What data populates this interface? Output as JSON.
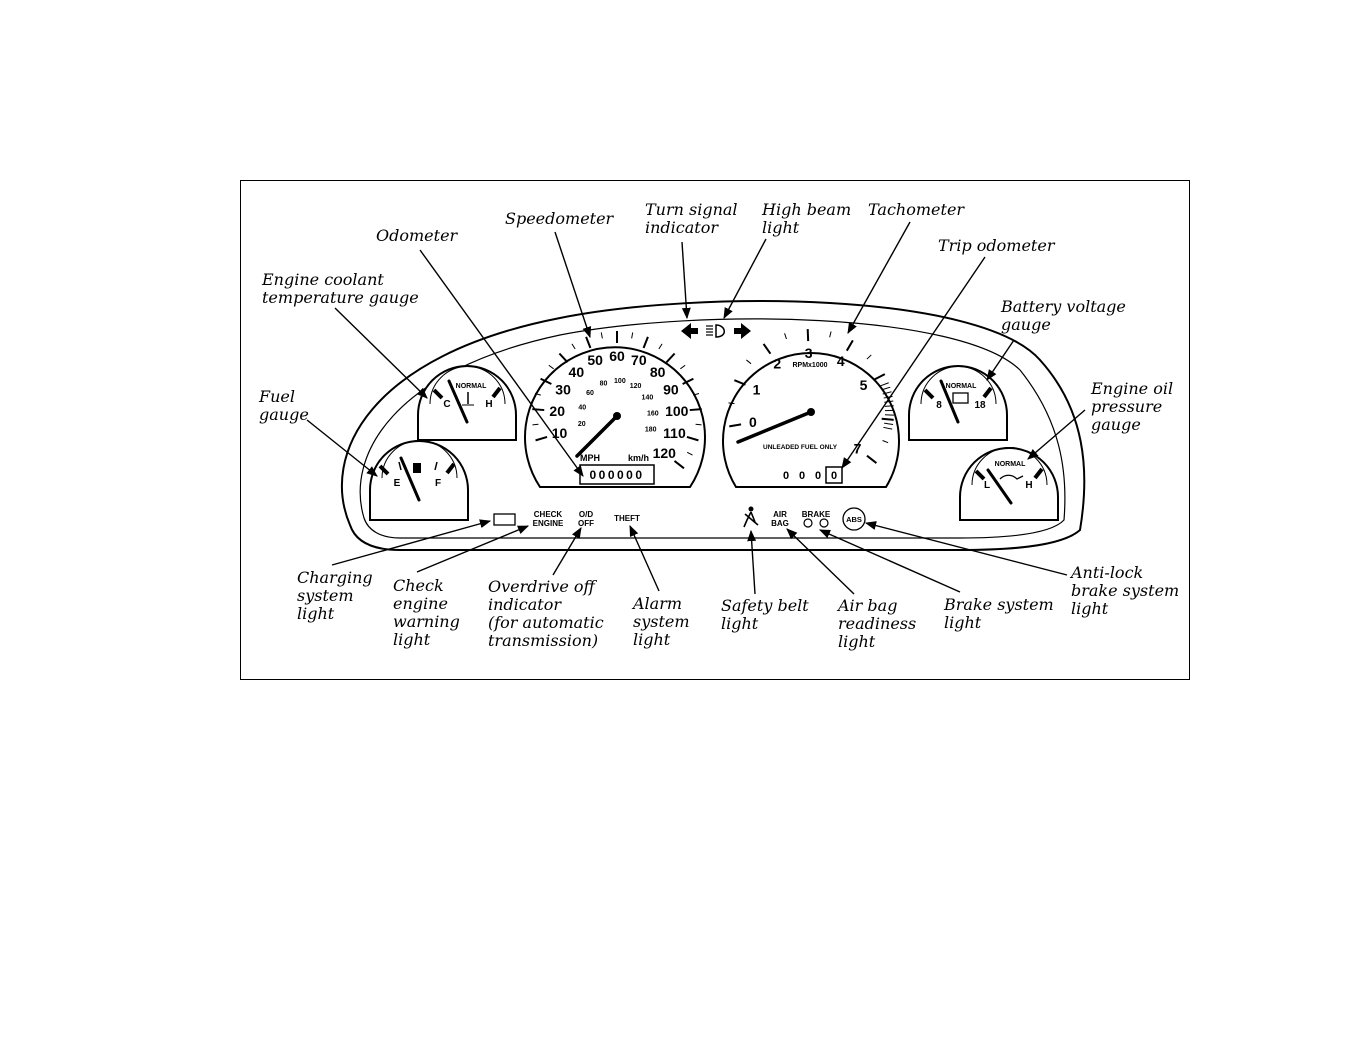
{
  "labels": {
    "odometer": "Odometer",
    "speedometer": "Speedometer",
    "turn_signal": [
      "Turn signal",
      "indicator"
    ],
    "high_beam": [
      "High beam",
      "light"
    ],
    "tachometer": "Tachometer",
    "trip_odometer": "Trip odometer",
    "coolant": [
      "Engine coolant",
      "temperature gauge"
    ],
    "battery": [
      "Battery  voltage",
      "gauge"
    ],
    "oil": [
      "Engine oil",
      "pressure",
      "gauge"
    ],
    "fuel": [
      "Fuel",
      "gauge"
    ],
    "charging": [
      "Charging",
      "system",
      "light"
    ],
    "check_engine": [
      "Check",
      "engine",
      "warning",
      "light"
    ],
    "overdrive": [
      "Overdrive off",
      "indicator",
      "(for automatic",
      "transmission)"
    ],
    "alarm": [
      "Alarm",
      "system",
      "light"
    ],
    "safety_belt": [
      "Safety belt",
      "light"
    ],
    "air_bag": [
      "Air bag",
      "readiness",
      "light"
    ],
    "brake_system": [
      "Brake system",
      "light"
    ],
    "abs": [
      "Anti-lock",
      "brake system",
      "light"
    ]
  },
  "gauges": {
    "coolant": {
      "normal": "NORMAL",
      "low": "C",
      "high": "H"
    },
    "fuel": {
      "low": "E",
      "high": "F"
    },
    "battery": {
      "normal": "NORMAL",
      "low": "8",
      "high": "18"
    },
    "oil": {
      "normal": "NORMAL",
      "low": "L",
      "high": "H"
    },
    "speedometer": {
      "mph_labels": [
        "10",
        "20",
        "30",
        "40",
        "50",
        "60",
        "70",
        "80",
        "90",
        "100",
        "110",
        "120"
      ],
      "kmh_labels": [
        "20",
        "40",
        "60",
        "80",
        "100",
        "120",
        "140",
        "160",
        "180"
      ],
      "unit_mph": "MPH",
      "unit_kmh": "km/h",
      "odometer": "000000"
    },
    "tachometer": {
      "labels": [
        "0",
        "1",
        "2",
        "3",
        "4",
        "5",
        "7"
      ],
      "unit": "RPMx1000",
      "fuel_note": "UNLEADED FUEL ONLY",
      "trip": [
        "0",
        "0",
        "0",
        "0"
      ]
    }
  },
  "warning_lights": {
    "check_engine": [
      "CHECK",
      "ENGINE"
    ],
    "overdrive": [
      "O/D",
      "OFF"
    ],
    "theft": "THEFT",
    "air_bag": [
      "AIR",
      "BAG"
    ],
    "brake": "BRAKE",
    "abs": "ABS"
  }
}
